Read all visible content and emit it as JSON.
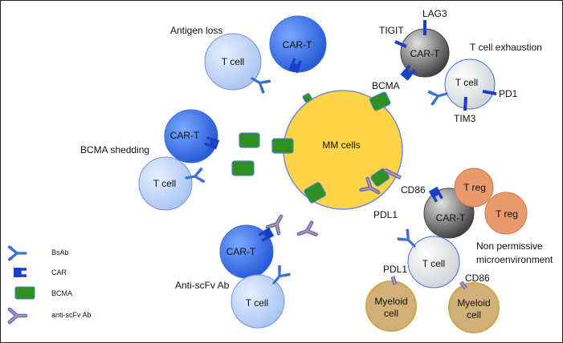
{
  "labels": {
    "mm_cells": "MM cells",
    "antigen_loss": "Antigen loss",
    "t_cell_exhaustion": "T cell exhaustion",
    "bcma_shedding": "BCMA shedding",
    "anti_scfv_ab": "Anti-scFv Ab",
    "non_permissive_line1": "Non permissive",
    "non_permissive_line2": "microenvironment",
    "bcma": "BCMA",
    "lag3": "LAG3",
    "tigit": "TIGIT",
    "pd1": "PD1",
    "tim3": "TIM3",
    "cd86_top": "CD86",
    "pdl1_top": "PDL1",
    "pdl1_bottom": "PDL1",
    "cd86_bottom": "CD86"
  },
  "cells": {
    "t_cell": "T cell",
    "car_t": "CAR-T",
    "t_reg": "T reg",
    "myeloid_line1": "Myeloid",
    "myeloid_line2": "cell"
  },
  "legend": [
    {
      "key": "bsab",
      "label": "BsAb"
    },
    {
      "key": "car",
      "label": "CAR"
    },
    {
      "key": "bcma",
      "label": "BCMA"
    },
    {
      "key": "antiscfv",
      "label": "anti-scFv Ab"
    }
  ],
  "colors": {
    "mm_cell": "#ffd447",
    "bcma": "#2f8f1f",
    "bsab": "#3d6fd4",
    "car": "#1b3fc9",
    "antiscfv_fill": "#c89090",
    "antiscfv_edge": "#4f6ec8",
    "t_reg": "#e89a6c",
    "myeloid": "#d2b07a"
  }
}
